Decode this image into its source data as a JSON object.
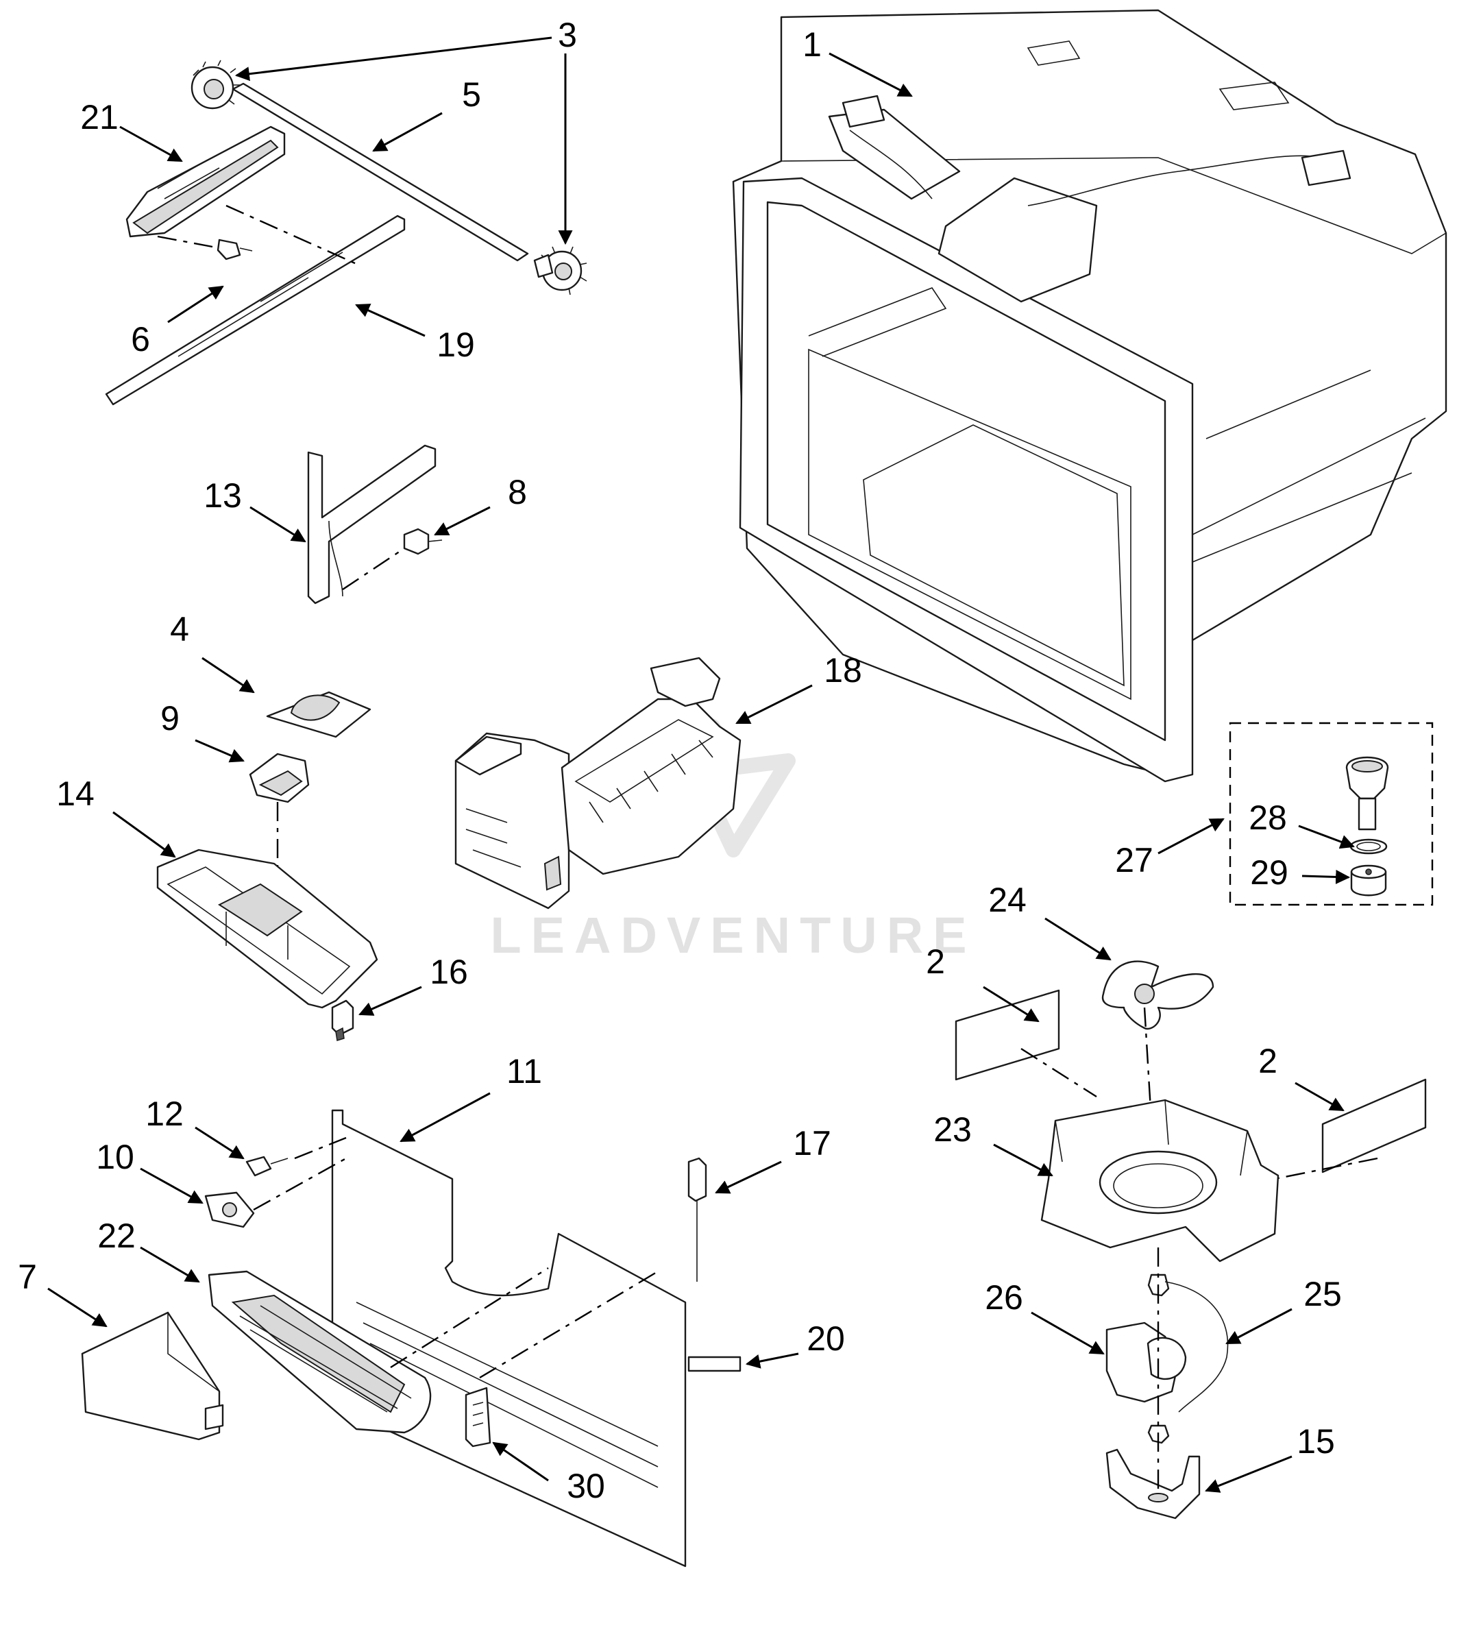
{
  "watermark": {
    "text": "LEADVENTURE"
  },
  "callouts": {
    "c1": "1",
    "c2a": "2",
    "c2b": "2",
    "c3": "3",
    "c4": "4",
    "c5": "5",
    "c6": "6",
    "c7": "7",
    "c8": "8",
    "c9": "9",
    "c10": "10",
    "c11": "11",
    "c12": "12",
    "c13": "13",
    "c14": "14",
    "c15": "15",
    "c16": "16",
    "c17": "17",
    "c18": "18",
    "c19": "19",
    "c20": "20",
    "c21": "21",
    "c22": "22",
    "c23": "23",
    "c24": "24",
    "c25": "25",
    "c26": "26",
    "c27": "27",
    "c28": "28",
    "c29": "29",
    "c30": "30"
  },
  "colors": {
    "line": "#1a1a1a",
    "shade": "#d9d9d9",
    "watermark": "#e2e2e2"
  }
}
